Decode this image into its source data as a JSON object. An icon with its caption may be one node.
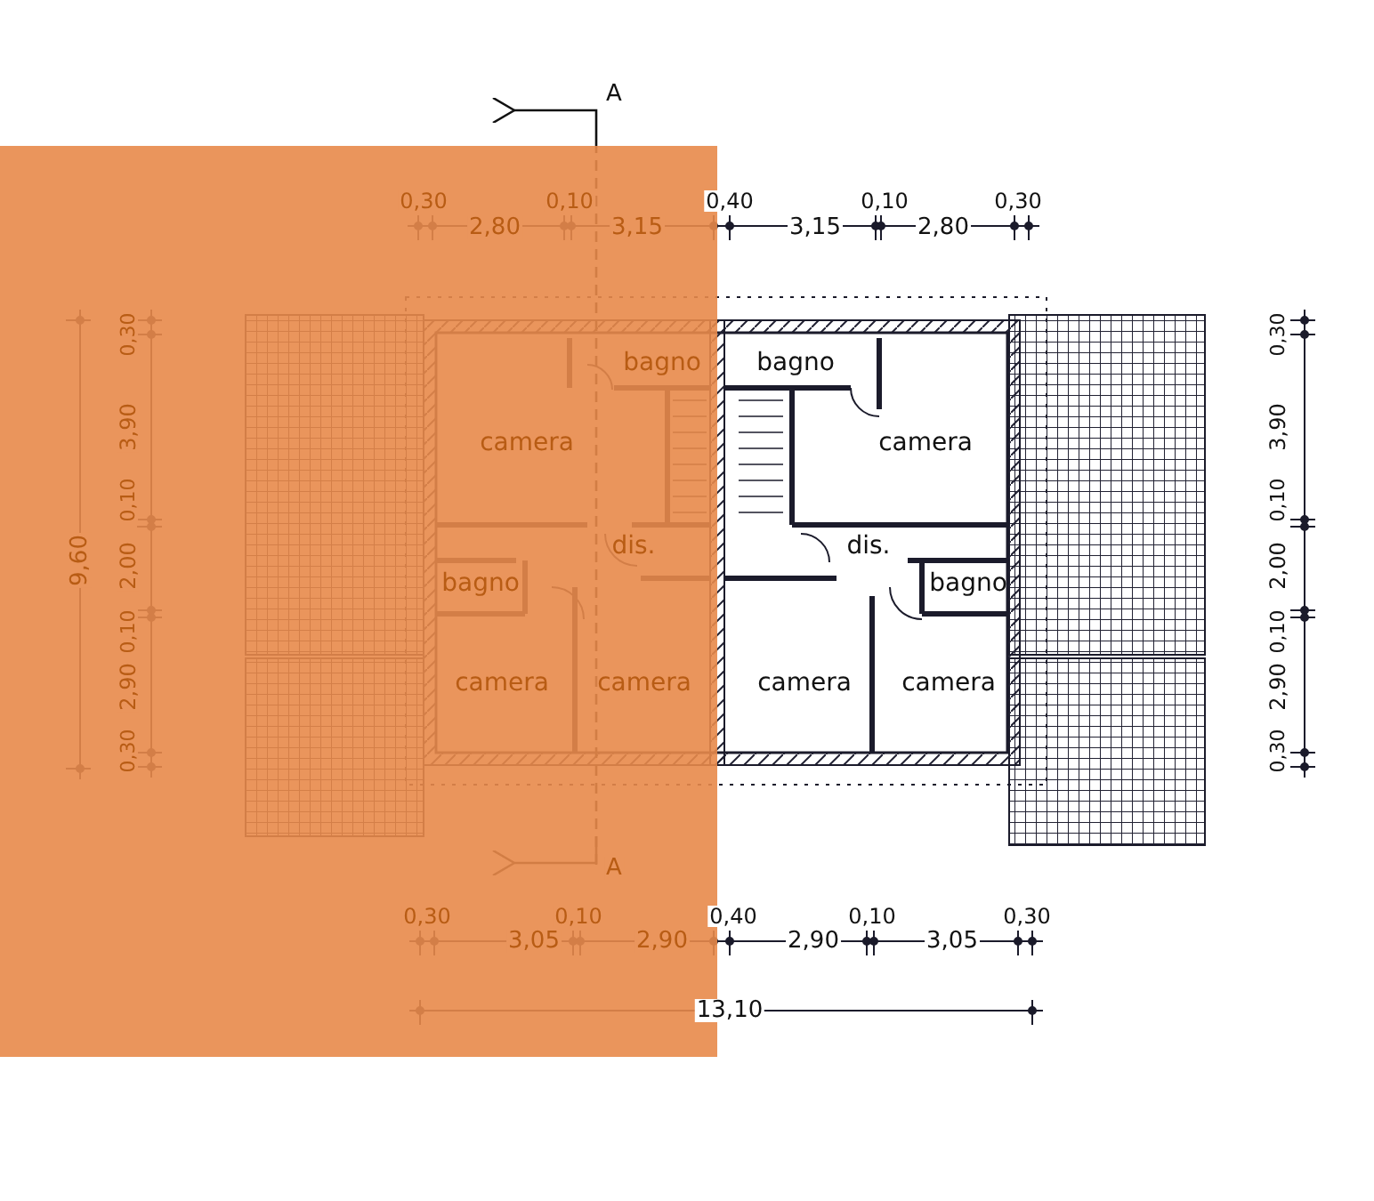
{
  "diagram": {
    "labels": [
      "A",
      "0,30",
      "2,80",
      "0,10",
      "3,15",
      "0,40",
      "3,15",
      "0,10",
      "2,80",
      "0,30",
      "9,60",
      "0,30",
      "3,90",
      "0,10",
      "2,00",
      "0,10",
      "2,90",
      "0,30",
      "bagno",
      "camera",
      "dis.",
      "bagno",
      "camera",
      "camera",
      "bagno",
      "camera",
      "dis.",
      "bagno",
      "camera",
      "camera",
      "0,30",
      "3,90",
      "0,10",
      "2,00",
      "0,10",
      "2,90",
      "0,30",
      "A",
      "0,30",
      "3,05",
      "0,10",
      "2,90",
      "0,40",
      "2,90",
      "0,10",
      "3,05",
      "0,30",
      "13,10"
    ]
  }
}
